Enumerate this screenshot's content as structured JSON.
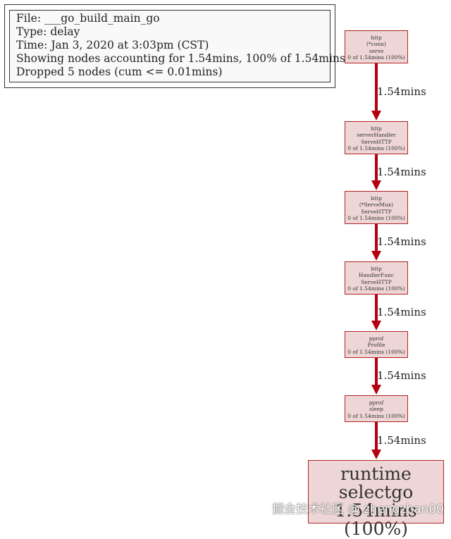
{
  "legend": {
    "lines": [
      "File: ___go_build_main_go",
      "Type: delay",
      "Time: Jan 3, 2020 at 3:03pm (CST)",
      "Showing nodes accounting for 1.54mins, 100% of 1.54mins total",
      "Dropped 5 nodes (cum <= 0.01mins)"
    ]
  },
  "nodes": [
    {
      "lines": [
        "http",
        "(*conn)",
        "serve",
        "0 of 1.54mins (100%)"
      ]
    },
    {
      "lines": [
        "http",
        "serverHandler",
        "ServeHTTP",
        "0 of 1.54mins (100%)"
      ]
    },
    {
      "lines": [
        "http",
        "(*ServeMux)",
        "ServeHTTP",
        "0 of 1.54mins (100%)"
      ]
    },
    {
      "lines": [
        "http",
        "HandlerFunc",
        "ServeHTTP",
        "0 of 1.54mins (100%)"
      ]
    },
    {
      "lines": [
        "pprof",
        "Profile",
        "0 of 1.54mins (100%)"
      ]
    },
    {
      "lines": [
        "pprof",
        "sleep",
        "0 of 1.54mins (100%)"
      ]
    },
    {
      "lines": [
        "runtime",
        "selectgo",
        "1.54mins (100%)"
      ]
    }
  ],
  "edges": [
    {
      "label": "1.54mins"
    },
    {
      "label": "1.54mins"
    },
    {
      "label": "1.54mins"
    },
    {
      "label": "1.54mins"
    },
    {
      "label": "1.54mins"
    },
    {
      "label": "1.54mins"
    }
  ],
  "colors": {
    "edge": "#b2000f",
    "node_fill": "#edd6d5",
    "node_border": "#b22222"
  },
  "watermark": "掘金技术社区 @ zhengzhan00"
}
